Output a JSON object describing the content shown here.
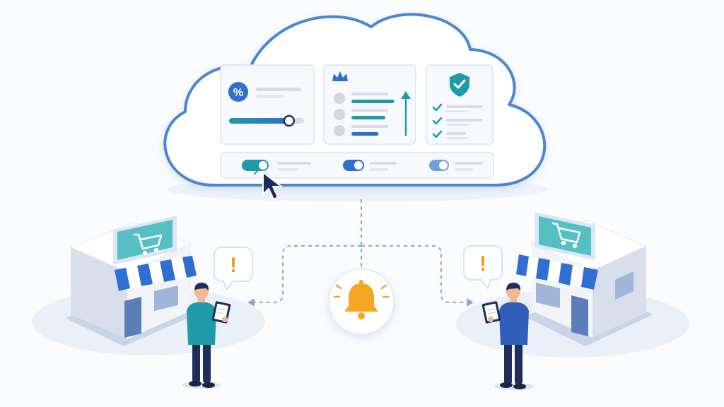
{
  "colors": {
    "background": "#fbfcfe",
    "cloud_outline": "#4a86d8",
    "cloud_fill": "#ffffff",
    "panel_bg": "#f6f9fd",
    "panel_border": "#d9e3f0",
    "primary_blue": "#2f6fd1",
    "teal": "#1f9aa8",
    "teal_light": "#65c6c9",
    "navy": "#1f2d5a",
    "alert_orange": "#f59e0b",
    "bell_yellow": "#f5a623",
    "skin": "#f1b98f",
    "gray_bar": "#d7dde6",
    "dashed_line": "#86a9d6",
    "awning_blue": "#2f6fd1",
    "store_wall": "#eef1f6",
    "store_side": "#d6dce8"
  },
  "icons": {
    "discount": "percent-icon",
    "leaderboard": "crown-icon",
    "security": "shield-check-icon",
    "cursor": "mouse-pointer-icon",
    "notification": "bell-icon",
    "alert": "exclamation-icon",
    "store": "shopping-cart-icon"
  },
  "discount_panel": {
    "icon_glyph": "%",
    "slider_level": 0.8
  },
  "ranking_panel": {
    "bar_levels": [
      0.95,
      0.75,
      0.6
    ]
  },
  "security_panel": {
    "checklist_count": 3
  },
  "toggles": [
    {
      "state": "on"
    },
    {
      "state": "on"
    },
    {
      "state": "on"
    }
  ],
  "alerts": {
    "left_glyph": "!",
    "right_glyph": "!"
  }
}
